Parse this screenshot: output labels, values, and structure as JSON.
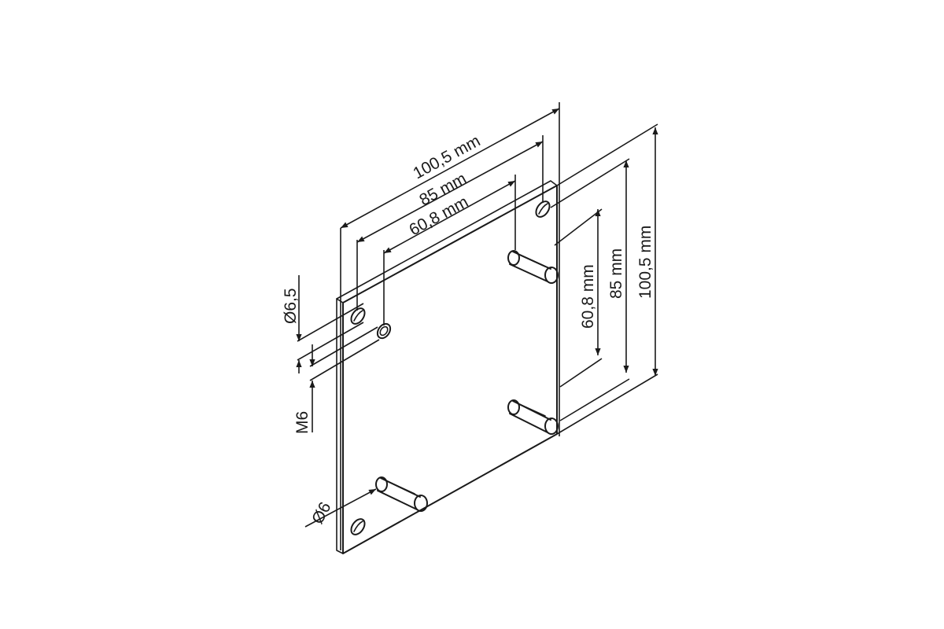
{
  "drawing": {
    "dimensions": {
      "horizontal_outer": "100,5 mm",
      "horizontal_middle": "85 mm",
      "horizontal_inner": "60,8 mm",
      "vertical_outer": "100,5 mm",
      "vertical_middle": "85 mm",
      "vertical_inner": "60,8 mm",
      "hole_diameter": "Ø6,5",
      "thread": "M6",
      "pin_diameter": "Ø6"
    }
  }
}
